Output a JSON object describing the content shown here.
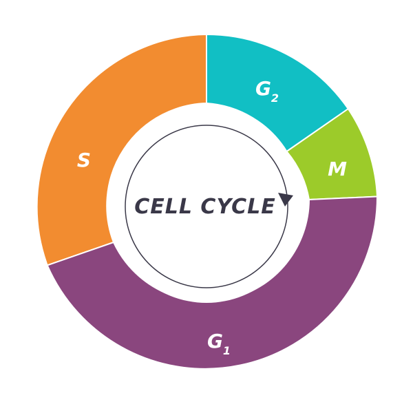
{
  "diagram": {
    "title": "CELL CYCLE",
    "segments": [
      {
        "id": "s",
        "label": "S",
        "subscript": "",
        "color": "#F28C30"
      },
      {
        "id": "g2",
        "label": "G",
        "subscript": "2",
        "color": "#11BFC4"
      },
      {
        "id": "m",
        "label": "M",
        "subscript": "",
        "color": "#9CCB2A"
      },
      {
        "id": "g1",
        "label": "G",
        "subscript": "1",
        "color": "#8A467E"
      }
    ],
    "arrow_color": "#3a3848"
  }
}
